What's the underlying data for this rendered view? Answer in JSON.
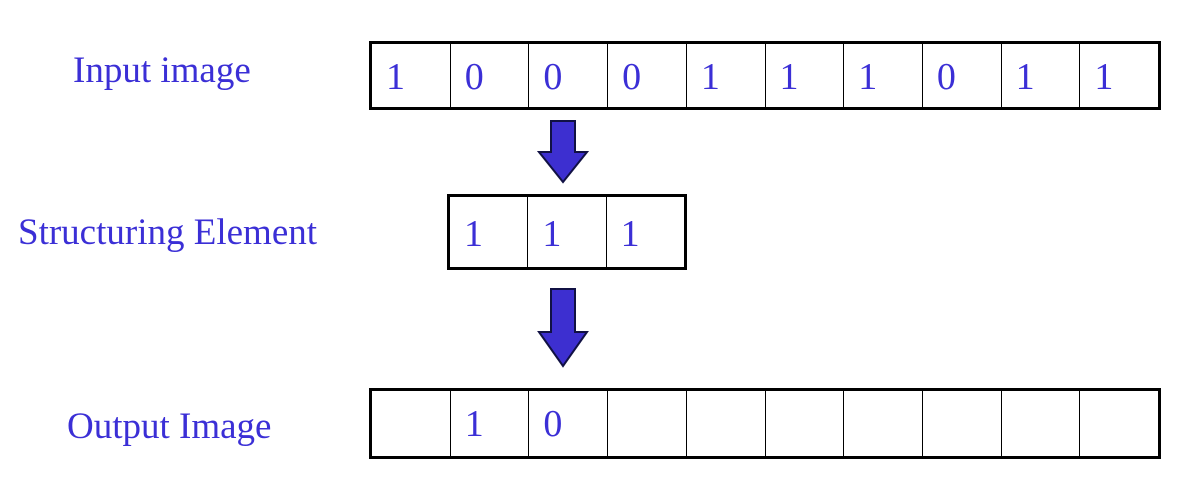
{
  "labels": {
    "input": "Input image",
    "structuring_element": "Structuring Element",
    "output": "Output Image"
  },
  "input_image": [
    "1",
    "0",
    "0",
    "0",
    "1",
    "1",
    "1",
    "0",
    "1",
    "1"
  ],
  "structuring_element": [
    "1",
    "1",
    "1"
  ],
  "output_image": [
    "",
    "1",
    "0",
    "",
    "",
    "",
    "",
    "",
    "",
    ""
  ],
  "colors": {
    "text": "#3b2fd6",
    "arrow_fill": "#3d2fd0",
    "arrow_stroke": "#111144",
    "border": "#000000"
  }
}
